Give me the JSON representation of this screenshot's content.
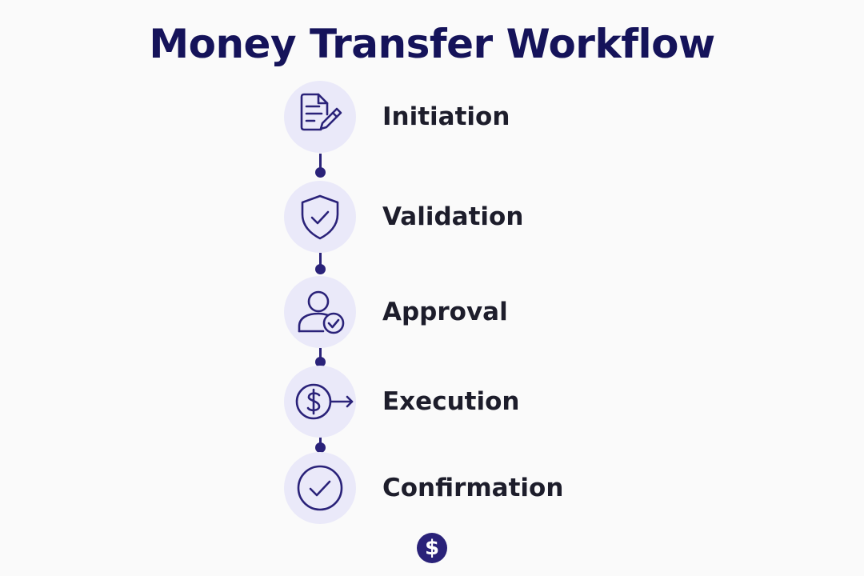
{
  "title": "Money Transfer Workflow",
  "accent_color": "#2a2279",
  "circle_color": "#eae9f9",
  "steps": [
    {
      "label": "Initiation",
      "icon": "document-pencil-icon"
    },
    {
      "label": "Validation",
      "icon": "shield-check-icon"
    },
    {
      "label": "Approval",
      "icon": "user-check-icon"
    },
    {
      "label": "Execution",
      "icon": "dollar-arrow-icon"
    },
    {
      "label": "Confirmation",
      "icon": "circle-check-icon"
    }
  ],
  "footer_badge": {
    "glyph": "$",
    "icon": "dollar-badge-icon"
  }
}
